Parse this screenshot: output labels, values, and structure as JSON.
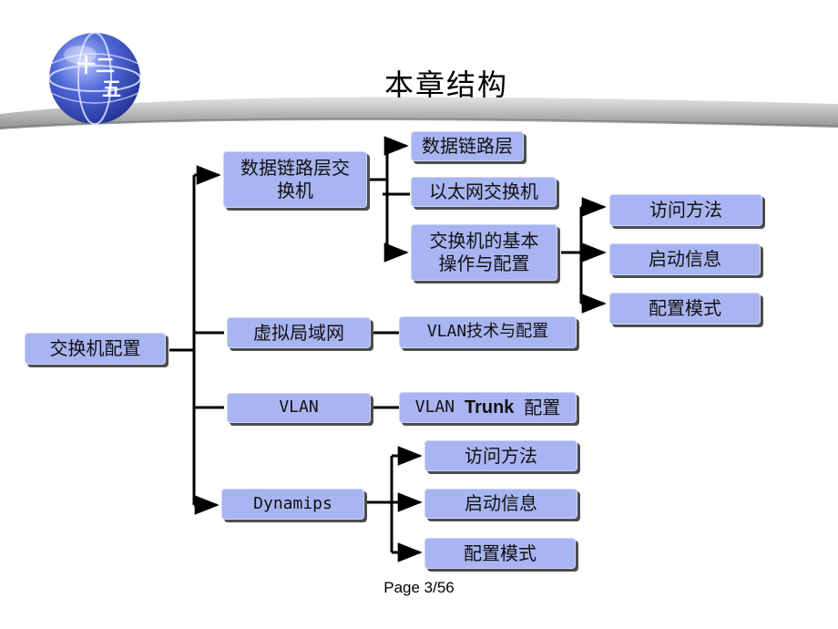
{
  "slide": {
    "title": "本章结构",
    "logo": {
      "line1": "十二",
      "line2": "五"
    },
    "footer": "Page 3/56"
  },
  "diagram": {
    "root": "交换机配置",
    "branches": [
      {
        "label": "数据链路层交换机",
        "children": [
          {
            "label": "数据链路层"
          },
          {
            "label": "以太网交换机"
          },
          {
            "label": "交换机的基本操作与配置",
            "children": [
              "访问方法",
              "启动信息",
              "配置模式"
            ]
          }
        ]
      },
      {
        "label": "虚拟局域网",
        "children": [
          {
            "label": "VLAN技术与配置"
          }
        ]
      },
      {
        "label": "VLAN",
        "children": [
          {
            "label_prefix": "VLAN",
            "label_bold": "Trunk",
            "label_suffix": "配置"
          }
        ]
      },
      {
        "label": "Dynamips",
        "children": [
          "访问方法",
          "启动信息",
          "配置模式"
        ]
      }
    ]
  }
}
